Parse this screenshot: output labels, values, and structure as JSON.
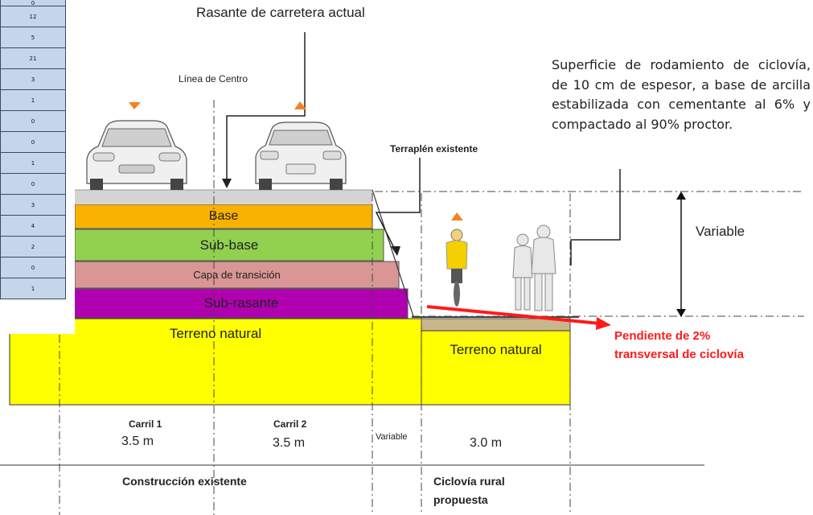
{
  "labels": {
    "rasante": "Rasante de carretera actual",
    "linea_centro": "Línea de Centro",
    "terraplen": "Terraplén existente",
    "superficie": "Superficie de rodamiento de ciclovía, de 10 cm de espesor, a base de arcilla estabilizada con cementante al 6% y compactado al 90% proctor.",
    "variable_right": "Variable",
    "pendiente_1": "Pendiente de 2%",
    "pendiente_2": "transversal de ciclovía"
  },
  "layers": {
    "base": "Base",
    "sub_base": "Sub-base",
    "capa_transicion": "Capa de transición",
    "sub_rasante": "Sub-rasante",
    "terreno_natural_left": "Terreno natural",
    "terreno_natural_right": "Terreno natural"
  },
  "dimensions": {
    "carril1_label": "Carril 1",
    "carril1_width": "3.5 m",
    "carril2_label": "Carril 2",
    "carril2_width": "3.5 m",
    "variable": "Variable",
    "ciclovia_width": "3.0 m"
  },
  "sections": {
    "existente": "Construcción existente",
    "ciclovia_1": "Ciclovía rural",
    "ciclovia_2": "propuesta"
  },
  "side_table": [
    "0",
    "12",
    "5",
    "21",
    "3",
    "1",
    "0",
    "0",
    "1",
    "0",
    "3",
    "4",
    "2",
    "0",
    "1"
  ],
  "colors": {
    "base": "#f9b200",
    "sub_base": "#92d050",
    "capa_transicion": "#d99694",
    "sub_rasante": "#b000b0",
    "terreno": "#ffff00",
    "arrow_red": "#ff1a1a",
    "orange_marker": "#f58220"
  }
}
